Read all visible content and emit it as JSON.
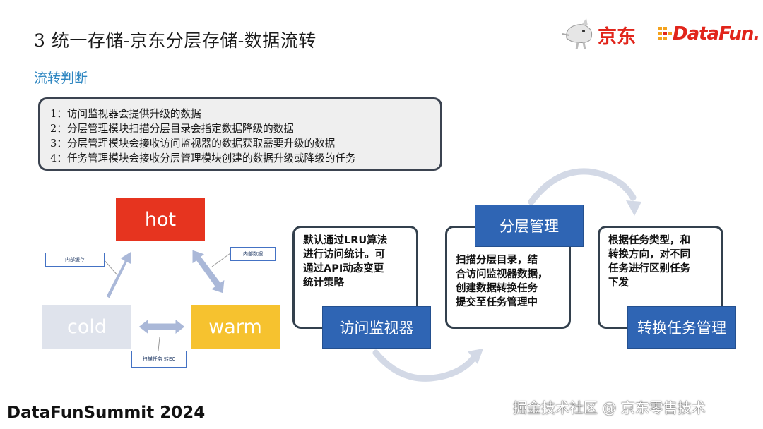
{
  "header": {
    "title": "3 统一存储-京东分层存储-数据流转",
    "subtitle": "流转判断"
  },
  "logos": {
    "jd": "京东",
    "datafun": "DataFun."
  },
  "steps": [
    "1：访问监视器会提供升级的数据",
    "2：分层管理模块扫描分层目录会指定数据降级的数据",
    "3：分层管理模块会接收访问监视器的数据获取需要升级的数据",
    "4：任务管理模块会接收分层管理模块创建的数据升级或降级的任务"
  ],
  "tiers": {
    "hot": "hot",
    "cold": "cold",
    "warm": "warm"
  },
  "tags": {
    "left": "内部缓存",
    "right": "内部数据",
    "bottom": "扫描任务 转EC"
  },
  "modules": [
    {
      "name": "访问监视器",
      "desc": [
        "默认通过LRU算法",
        "进行访问统计。可",
        "通过API动态变更",
        "统计策略"
      ]
    },
    {
      "name": "分层管理",
      "desc": [
        "扫描分层目录，结",
        "合访问监视器数据，",
        "创建数据转换任务",
        "提交至任务管理中"
      ]
    },
    {
      "name": "转换任务管理",
      "desc": [
        "根据任务类型，和",
        "转换方向，对不同",
        "任务进行区别任务",
        "下发"
      ]
    }
  ],
  "footer": {
    "left": "DataFunSummit 2024",
    "watermark": "掘金技术社区 @ 京东零售技术"
  },
  "colors": {
    "hot": "#e6341f",
    "cold": "#dfe3ec",
    "warm": "#f6c22f",
    "module_blue": "#2f65b4",
    "subtitle_blue": "#2e86c1",
    "brand_red": "#e1251b"
  }
}
